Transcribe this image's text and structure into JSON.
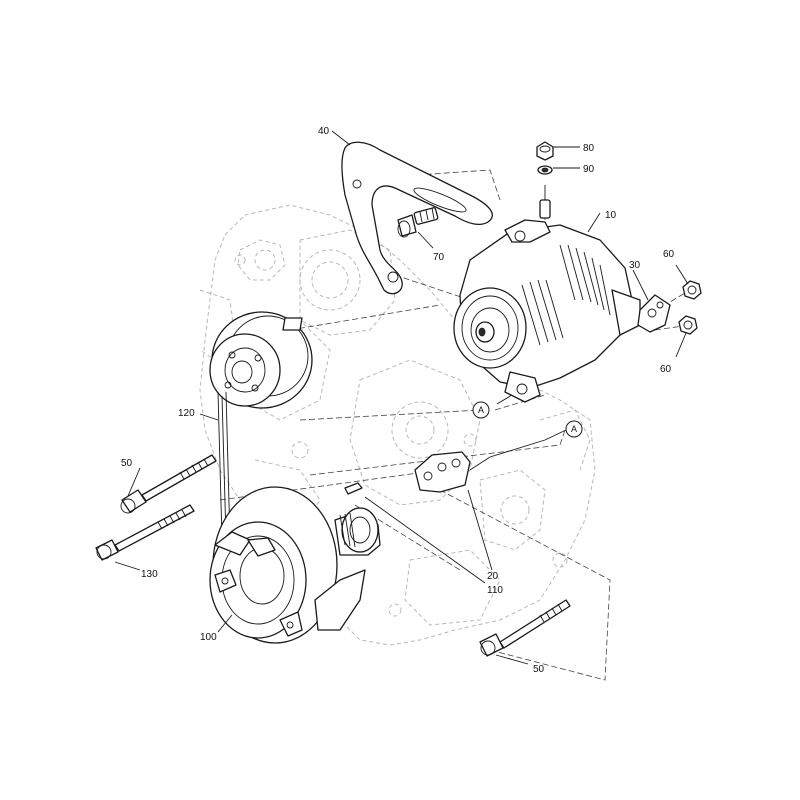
{
  "callouts": {
    "c10": "10",
    "c20": "20",
    "c30": "30",
    "c40": "40",
    "c50a": "50",
    "c50b": "50",
    "c60a": "60",
    "c60b": "60",
    "c70": "70",
    "c80": "80",
    "c90": "90",
    "c100": "100",
    "c110": "110",
    "c120": "120",
    "c130": "130"
  },
  "references": {
    "ref1": "A",
    "ref2": "A"
  }
}
